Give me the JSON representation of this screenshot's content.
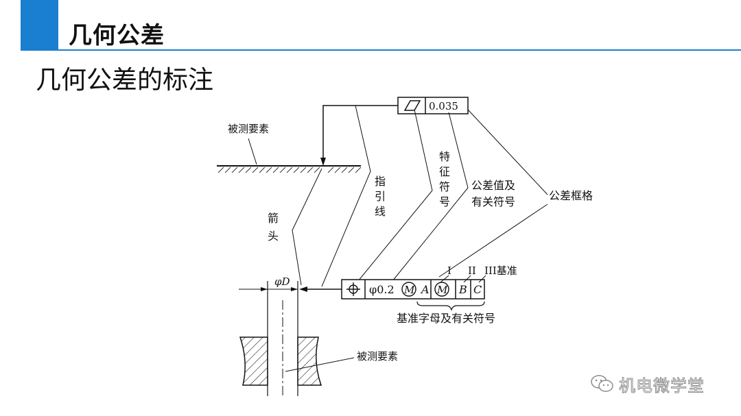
{
  "header": {
    "title": "几何公差",
    "accent_color": "#1a7fd0"
  },
  "subtitle": "几何公差的标注",
  "diagram": {
    "label_measured_top": "被测要素",
    "label_leader": [
      "指",
      "引",
      "线"
    ],
    "label_arrow": [
      "箭",
      "头"
    ],
    "label_feature_symbol": [
      "特",
      "征",
      "符",
      "号"
    ],
    "label_tol_value": [
      "公差值及",
      "有关符号"
    ],
    "label_tol_frame": "公差框格",
    "top_frame_value": "0.035",
    "bottom_frame_value": "φ0.2",
    "modifier_m": "M",
    "datum_a": "A",
    "datum_b": "B",
    "datum_c": "C",
    "label_datum_1": "I",
    "label_datum_2": "II",
    "label_datum_3": "III基准",
    "label_datum_letters": "基准字母及有关符号",
    "label_diameter": "φD",
    "label_measured_bottom": "被测要素"
  },
  "watermark": {
    "text": "机电微学堂",
    "icon": "wechat-icon"
  }
}
